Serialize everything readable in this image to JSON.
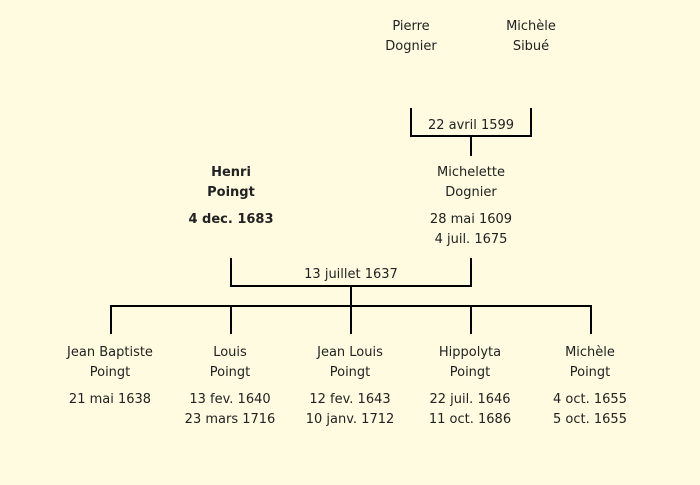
{
  "ancestors": [
    {
      "first": "Pierre",
      "last": "Dognier"
    },
    {
      "first": "Michèle",
      "last": "Sibué"
    }
  ],
  "ancestors_marriage": "22 avril 1599",
  "spouse_left": {
    "first": "Henri",
    "last": "Poingt",
    "death": "4 dec. 1683"
  },
  "spouse_right": {
    "first": "Michelette",
    "last": "Dognier",
    "birth": "28 mai 1609",
    "death": "4 juil. 1675"
  },
  "couple_marriage": "13 juillet 1637",
  "children": [
    {
      "first": "Jean Baptiste",
      "last": "Poingt",
      "birth": "21 mai 1638",
      "death": ""
    },
    {
      "first": "Louis",
      "last": "Poingt",
      "birth": "13 fev. 1640",
      "death": "23 mars 1716"
    },
    {
      "first": "Jean Louis",
      "last": "Poingt",
      "birth": "12 fev. 1643",
      "death": "10 janv. 1712"
    },
    {
      "first": "Hippolyta",
      "last": "Poingt",
      "birth": "22 juil. 1646",
      "death": "11 oct. 1686"
    },
    {
      "first": "Michèle",
      "last": "Poingt",
      "birth": "4 oct. 1655",
      "death": "5 oct. 1655"
    }
  ]
}
